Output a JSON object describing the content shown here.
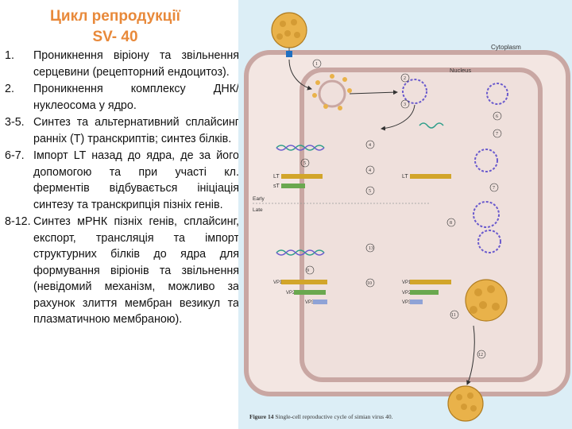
{
  "title": {
    "line1": "Цикл репродукції",
    "line2": "SV- 40"
  },
  "steps": [
    {
      "num": "1.",
      "text": "Проникнення віріону та звільнення серцевини (рецепторний ендоцитоз)."
    },
    {
      "num": "2.",
      "text": "Проникнення комплексу ДНК/нуклеосома у ядро."
    },
    {
      "num": "3-5.",
      "text": "Синтез та альтернативний сплайсинг ранніх (Т) транскриптів; синтез білків."
    },
    {
      "num": "6-7.",
      "text": "Імпорт LT назад до ядра, де за його допомогою та при участі кл. ферментів відбувається ініціація синтезу та транскрипція пізніх генів."
    },
    {
      "num": "8-12.",
      "text": "Синтез мРНК пізніх генів, сплайсинг, експорт, трансляція та імпорт структурних білків до ядра для формування віріонів та звільнення (невідомий механізм, можливо за рахунок злиття мембран везикул та плазматичною мембраною)."
    }
  ],
  "figure": {
    "cytoplasm_label": "Cytoplasm",
    "nucleus_label": "Nucleus",
    "early_label": "Early",
    "late_label": "Late",
    "lt_label": "LT",
    "st_label": "sT",
    "vp1_label": "VP1",
    "vp2_label": "VP2",
    "vp3_label": "VP3",
    "step_numbers": [
      "1",
      "2",
      "3",
      "4",
      "5",
      "4",
      "5",
      "6",
      "7",
      "8",
      "9",
      "10",
      "11",
      "12",
      "13",
      "7"
    ],
    "caption_bold": "Figure 14",
    "caption_text": " Single-cell reproductive cycle of simian virus 40.",
    "colors": {
      "virion": "#e9b24a",
      "cell_fill": "#f3e6e2",
      "membrane": "#c9a7a3",
      "lt_protein": "#d2a52a",
      "st_protein": "#6aa84f",
      "vp3_protein": "#8fa3d6",
      "dna": "#6a5acd",
      "mrna": "#2e9e8a",
      "receptor": "#1f6fc1"
    }
  }
}
